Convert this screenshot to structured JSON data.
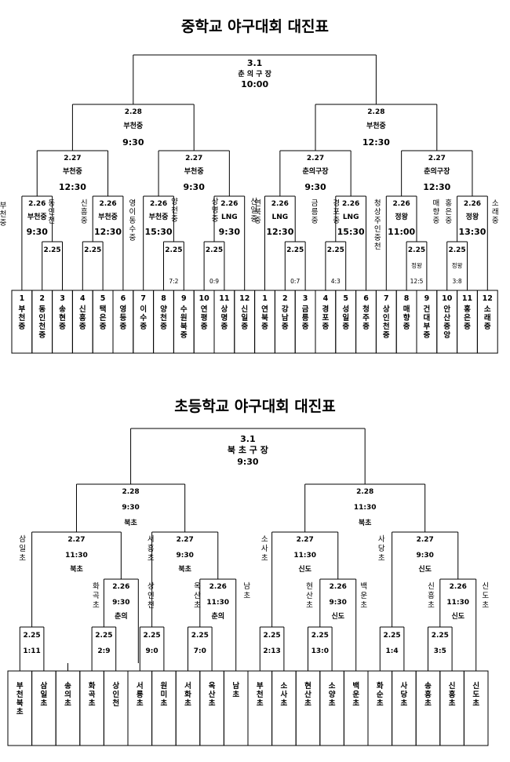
{
  "middle": {
    "title": "중학교 야구대회 대진표",
    "final": [
      "3.1",
      "춘 의 구 장",
      "10:00"
    ],
    "semis": [
      [
        "2.28",
        "부천중",
        "9:30"
      ],
      [
        "2.28",
        "부천중",
        "12:30"
      ]
    ],
    "qf": [
      [
        "2.27",
        "부천중",
        "12:30"
      ],
      [
        "2.27",
        "부천중",
        "9:30"
      ],
      [
        "2.27",
        "춘의구장",
        "9:30"
      ],
      [
        "2.27",
        "춘의구장",
        "12:30"
      ]
    ],
    "r16": [
      [
        "2.26",
        "부천중",
        "9:30"
      ],
      [
        "2.26",
        "부천중",
        "12:30"
      ],
      [
        "2.26",
        "부천중",
        "15:30"
      ],
      [
        "2.26",
        "LNG",
        "9:30"
      ],
      [
        "2.26",
        "LNG",
        "12:30"
      ],
      [
        "2.26",
        "LNG",
        "15:30"
      ],
      [
        "2.26",
        "정왕",
        "11:00"
      ],
      [
        "2.26",
        "정왕",
        "13:30"
      ]
    ],
    "r25": [
      [
        "2.25",
        ""
      ],
      [
        "2.25",
        ""
      ],
      [
        "2.25",
        "7:2"
      ],
      [
        "2.25",
        "0:9"
      ],
      [
        "2.25",
        "0:7"
      ],
      [
        "2.25",
        "4:3"
      ],
      [
        "2.25",
        "정왕",
        "12:5"
      ],
      [
        "2.25",
        "정왕",
        "3:8"
      ]
    ],
    "side_labels": [
      "부천중",
      "동인천",
      "신흥중",
      "영이동수중",
      "양천중",
      "상명중",
      "신일중",
      "연북중",
      "금릉중",
      "경포중",
      "청상주인중천",
      "매향중",
      "홍은중",
      "소래중"
    ],
    "teams": [
      "1부천중",
      "2동인천중",
      "3송현중",
      "4신흥중",
      "5택은중",
      "6영등중",
      "7이수중",
      "8양천중",
      "9수원북중",
      "10연평중",
      "11상명중",
      "12신일중",
      "1연북중",
      "2강남중",
      "3금릉중",
      "4경포중",
      "5성일중",
      "6청주중",
      "7상인천중",
      "8매향중",
      "9건대부중",
      "10안산중앙",
      "11홍은중",
      "12소래중"
    ]
  },
  "elementary": {
    "title": "초등학교 야구대회 대진표",
    "final": [
      "3.1",
      "북 초 구 장",
      "9:30"
    ],
    "semis": [
      [
        "2.28",
        "9:30",
        "북초"
      ],
      [
        "2.28",
        "11:30",
        "북초"
      ]
    ],
    "qf": [
      [
        "2.27",
        "11:30",
        "북초"
      ],
      [
        "2.27",
        "9:30",
        "북초"
      ],
      [
        "2.27",
        "11:30",
        "신도"
      ],
      [
        "2.27",
        "9:30",
        "신도"
      ]
    ],
    "r16": [
      [
        "2.26",
        "9:30",
        "춘의"
      ],
      [
        "2.26",
        "11:30",
        "춘의"
      ],
      [
        "2.26",
        "9:30",
        "신도"
      ],
      [
        "2.26",
        "11:30",
        "신도"
      ]
    ],
    "r25": [
      [
        "2.25",
        "1:11"
      ],
      [
        "2.25",
        "2:9"
      ],
      [
        "2.25",
        "9:0"
      ],
      [
        "2.25",
        "7:0"
      ],
      [
        "2.25",
        "2:13"
      ],
      [
        "2.25",
        "13:0"
      ],
      [
        "2.25",
        "1:4"
      ],
      [
        "2.25",
        "3:5"
      ]
    ],
    "side_labels": [
      "삼일초",
      "화곡초",
      "상인천",
      "서흥초",
      "옥산초",
      "남초",
      "소사초",
      "현산초",
      "백운초",
      "사당초",
      "신흥초",
      "신도초"
    ],
    "teams": [
      "부천북초",
      "삼일초",
      "송의초",
      "화곡초",
      "상인천",
      "서룡초",
      "원미초",
      "서화초",
      "옥산초",
      "남초",
      "부천초",
      "소사초",
      "현산초",
      "소양초",
      "백운초",
      "화순초",
      "사당초",
      "송흥초",
      "신흥초",
      "신도초"
    ]
  }
}
